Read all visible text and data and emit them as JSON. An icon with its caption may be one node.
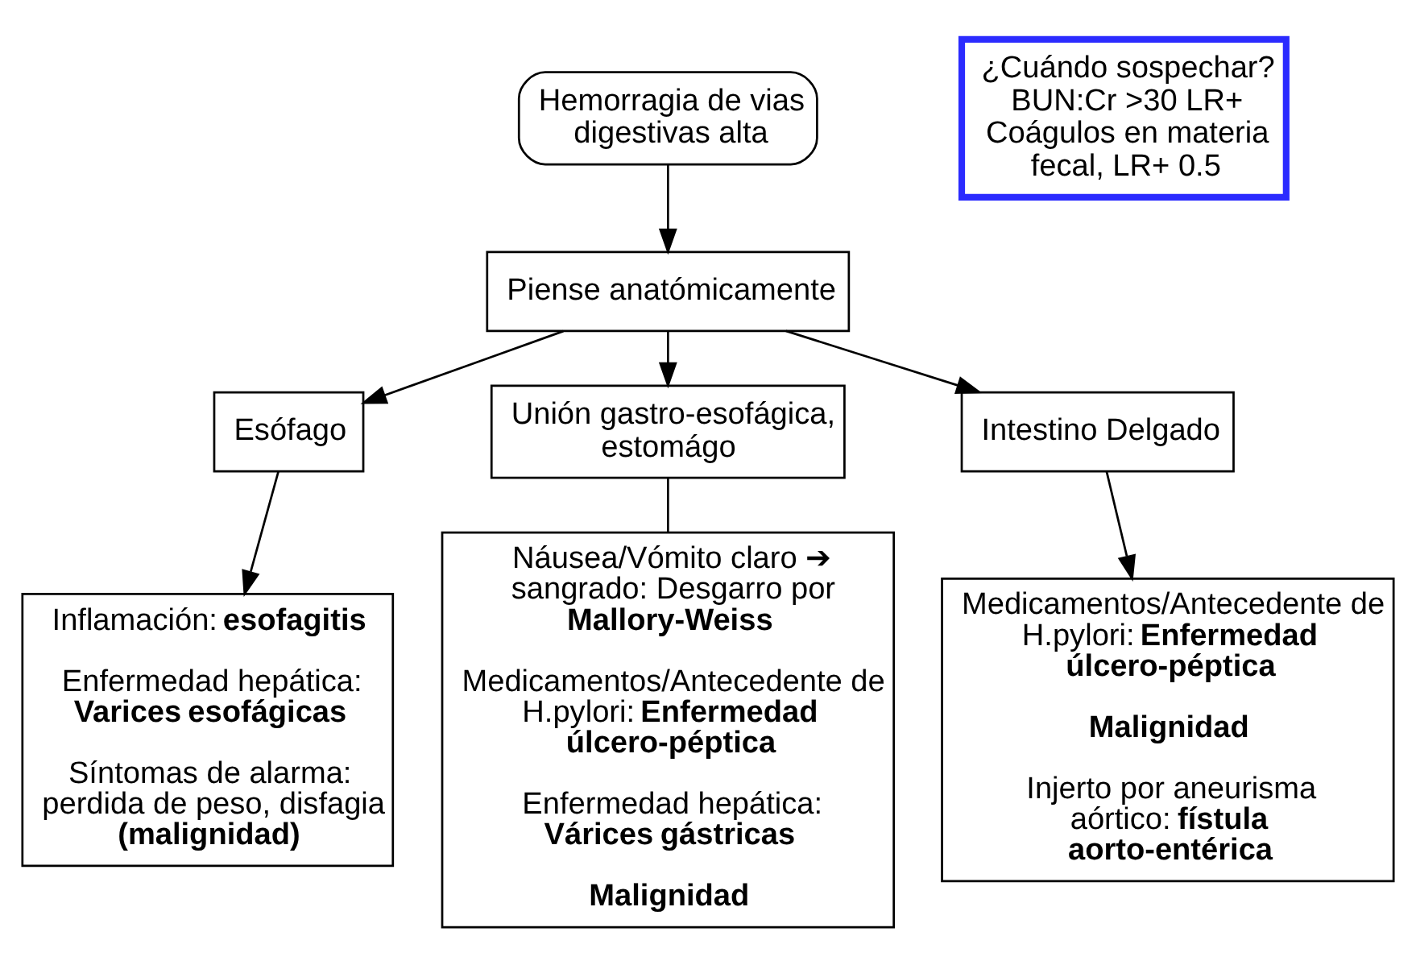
{
  "diagram": {
    "nodes": [
      {
        "text": [
          "Hemorragia de vias digestivas alta"
        ]
      },
      {
        "text": [
          "¿Cuándo sospechar? BUN:Cr >30 LR+ Coágulos en materia fecal, LR+ 0.5"
        ]
      },
      {
        "text": [
          "Piense anatómicamente"
        ]
      },
      {
        "text": [
          "Esófago"
        ]
      },
      {
        "text": [
          "Unión gastro-esofágica, estomágo"
        ]
      },
      {
        "text": [
          "Intestino Delgado"
        ]
      },
      {
        "text": [
          "Inflamación: **esofagitis**",
          "Enfermedad hepática: **Varices esofágicas**",
          "Síntomas de alarma: perdida de peso, disfagia **(malignidad)**"
        ]
      },
      {
        "text": [
          "Náusea/Vómito claro ➔ sangrado: Desgarro por **Mallory-Weiss**",
          "Medicamentos/Antecedente de H.pylori: **Enfermedad úlcero-péptica**",
          "Enfermedad hepática: **Várices gástricas**",
          "**Malignidad**"
        ]
      },
      {
        "text": [
          "Medicamentos/Antecedente de H.pylori: **Enfermedad úlcero-péptica**",
          "**Malignidad**",
          "Injerto por aneurisma aórtico: **fístula aorto-entérica**"
        ]
      }
    ],
    "edges": [
      {
        "from": 0,
        "to": 2,
        "arrow": "to"
      },
      {
        "from": 2,
        "to": 3,
        "arrow": "to"
      },
      {
        "from": 2,
        "to": 4,
        "arrow": "to"
      },
      {
        "from": 2,
        "to": 5,
        "arrow": "to"
      },
      {
        "from": 3,
        "to": 6,
        "arrow": "to"
      },
      {
        "from": 4,
        "to": 7,
        "arrow": "none"
      },
      {
        "from": 5,
        "to": 8,
        "arrow": "to"
      }
    ]
  }
}
